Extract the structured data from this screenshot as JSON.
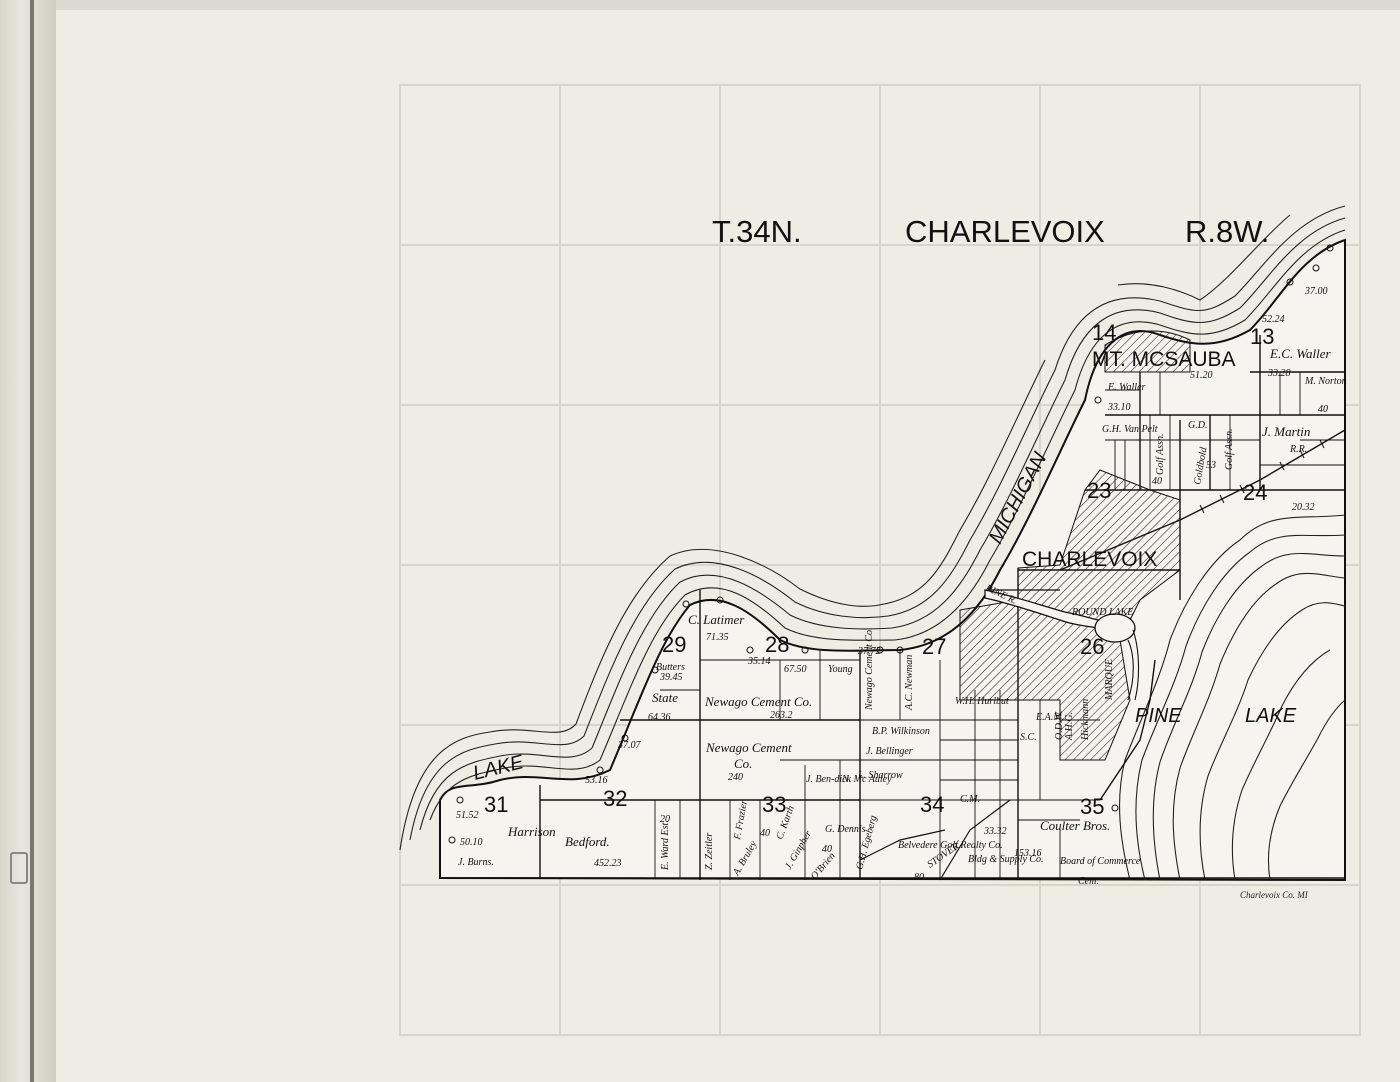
{
  "header": {
    "township": "T.34N.",
    "county": "CHARLEVOIX",
    "range": "R.8W."
  },
  "sections": [
    "14",
    "13",
    "23",
    "24",
    "29",
    "28",
    "27",
    "26",
    "31",
    "32",
    "33",
    "34",
    "35"
  ],
  "places": {
    "mt_mcsauba": "MT. MCSAUBA",
    "city": "CHARLEVOIX",
    "pine_river": "PINE R.",
    "round_lake": "ROUND LAKE"
  },
  "water_labels": {
    "michigan": "MICHIGAN",
    "lake": "LAKE",
    "pine_lake_1": "PINE",
    "pine_lake_2": "LAKE"
  },
  "owners": {
    "e_c_waller": "E.C. Waller",
    "m_norton": "M. Norton",
    "waller": "E. Waller",
    "j_martin": "J. Martin",
    "gh_van_pelt": "G.H. Van Pelt",
    "golf_assn": "Golf Assn.",
    "golf_assn_2": "Golf Assn.",
    "gd": "G.D.",
    "goldbold": "Goldbold",
    "latimer": "C. Latimer",
    "butters": "Butters",
    "state": "State",
    "newago_1": "Newago Cement Co.",
    "newago_2": "Newago Cement",
    "newago_2b": "Co.",
    "young": "Young",
    "newago_3": "Newago Cement Co.",
    "ac_newman": "A.C. Newman",
    "wh_hurlbut": "W.H. Hurlbut",
    "bp_wilkinson": "B.P. Wilkinson",
    "bellinger": "J. Bellinger",
    "l_sharrow": "L. Sharrow",
    "ben_dick": "J. Ben-dick",
    "mc_auley": "N. Mc Auley",
    "harrison": "Harrison",
    "bedford": "Bedford.",
    "j_burns": "J. Burns.",
    "e_ward": "E. Ward Est.",
    "zeitler": "Z. Zeitler",
    "frazier": "F. Frazier",
    "bruley": "A. Bruley",
    "g_dennis": "G. Dennis",
    "karth": "C. Karth",
    "ginpher": "J. Ginpher",
    "o_brien": "O'Brien",
    "egeberg": "G.H. Egeberg",
    "belvedere": "Belvedere Golf Realty Co.",
    "bldg_supply": "Bldg & Supply Co.",
    "coulter": "Coulter Bros.",
    "board": "Board of Commerce",
    "cem": "Cem.",
    "ccm": "C.M.",
    "marque": "MARQUE",
    "stover": "STOVER",
    "rr": "R.R.",
    "eam": "E.A.M.",
    "odw": "O.D.W.",
    "ahg": "A.H.G.",
    "hickmann": "Hickmann",
    "sc": "S.C."
  },
  "acreage": {
    "a1": "37.00",
    "a2": "52.24",
    "a3": "33.10",
    "a4": "51.20",
    "a5": "33.28",
    "a6": "40",
    "a7": "20.32",
    "a8": "40",
    "a9": "53",
    "a10": "71.35",
    "a11": "39.45",
    "a12": "64.36",
    "a13": "67.50",
    "a14": "263.2",
    "a15": "240",
    "a16": "37.07",
    "a17": "53.16",
    "a18": "452.23",
    "a19": "50.10",
    "a20": "51.52",
    "a21": "20",
    "a22": "33.32",
    "a23": "153.16",
    "a24": "40",
    "a25": "40",
    "a26": "37.72",
    "a27": "35.14",
    "a28": "80"
  },
  "credit": "Charlevoix Co. MI"
}
